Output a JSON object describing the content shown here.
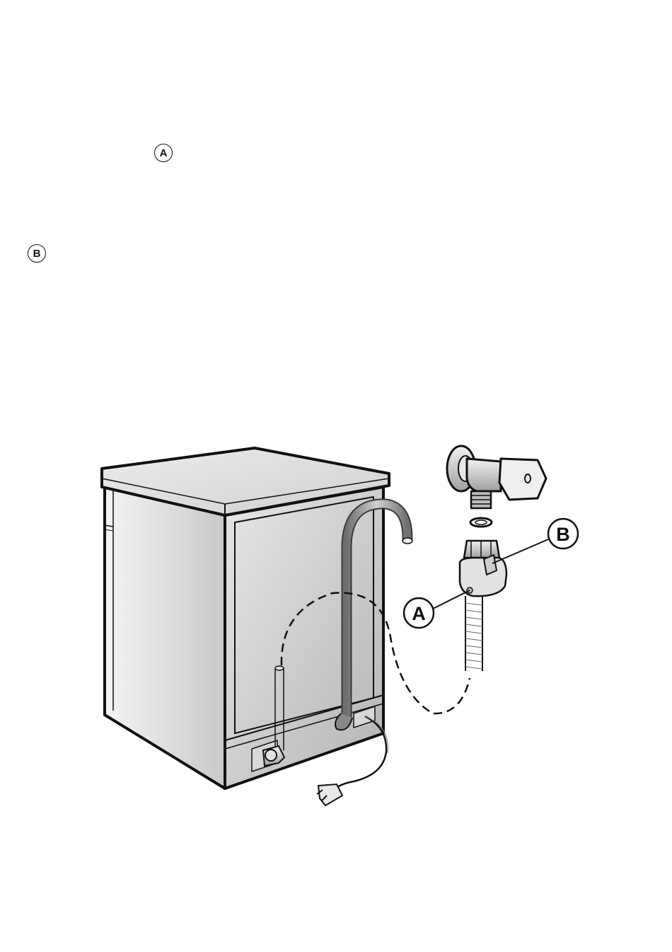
{
  "inline_markers": {
    "a": "A",
    "b": "B"
  },
  "callouts": {
    "a": "A",
    "b": "B"
  },
  "colors": {
    "line": "#111111",
    "panel_light": "#efefef",
    "panel_dark": "#b9b9b9",
    "hose": "#9a9a9a"
  }
}
